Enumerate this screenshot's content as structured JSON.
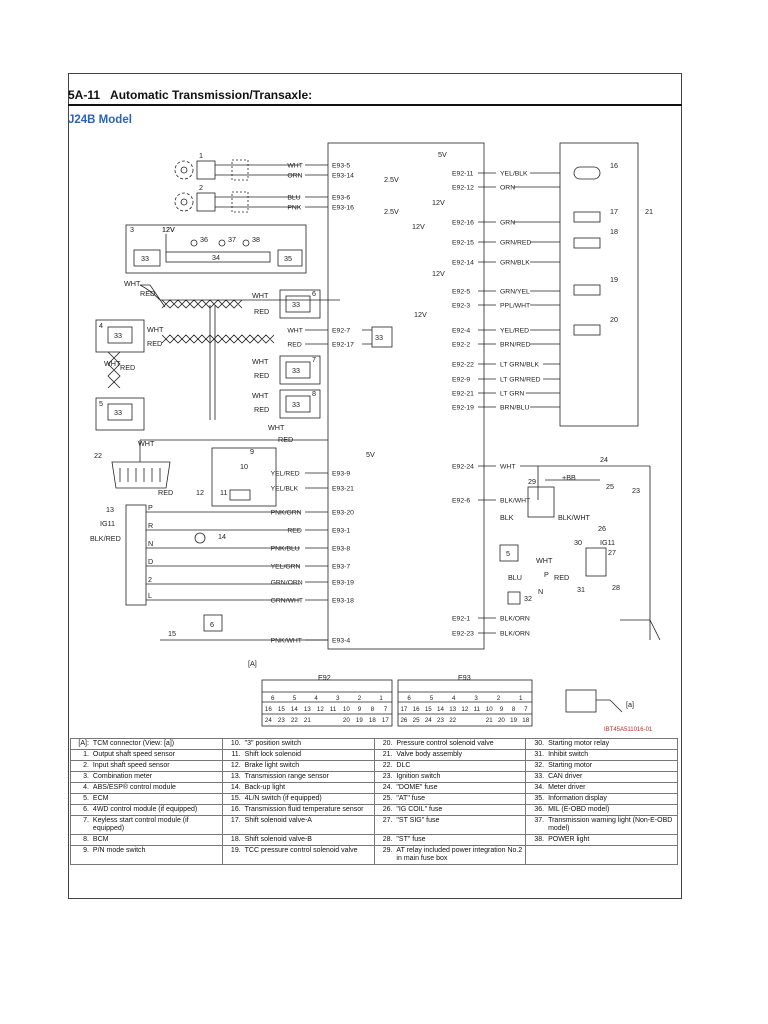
{
  "header": {
    "section": "5A-11",
    "title": "Automatic Transmission/Transaxle:",
    "model": "J24B Model"
  },
  "diagram_id": "IBT45A511016-01",
  "connector_view": {
    "label": "[A]",
    "e92_label": "E92",
    "e93_label": "E93",
    "view_label": "[a]",
    "e92_row1": [
      "6",
      "5",
      "4",
      "3",
      "2",
      "1"
    ],
    "e92_row2": [
      "16",
      "15",
      "14",
      "13",
      "12",
      "11",
      "10",
      "9",
      "8",
      "7"
    ],
    "e92_row3": [
      "24",
      "23",
      "22",
      "21",
      "",
      "",
      "20",
      "19",
      "18",
      "17"
    ],
    "e93_row1": [
      "6",
      "5",
      "4",
      "3",
      "2",
      "1"
    ],
    "e93_row2": [
      "17",
      "16",
      "15",
      "14",
      "13",
      "12",
      "11",
      "10",
      "9",
      "8",
      "7"
    ],
    "e93_row3": [
      "26",
      "25",
      "24",
      "23",
      "22",
      "",
      "",
      "21",
      "20",
      "19",
      "18"
    ]
  },
  "left_pins": [
    {
      "wire": "WHT",
      "pin": "E93-5"
    },
    {
      "wire": "ORN",
      "pin": "E93-14"
    },
    {
      "wire": "BLU",
      "pin": "E93-6"
    },
    {
      "wire": "PNK",
      "pin": "E93-16"
    },
    {
      "wire": "WHT",
      "pin": "E92-7"
    },
    {
      "wire": "RED",
      "pin": "E92-17"
    },
    {
      "wire": "YEL/RED",
      "pin": "E93-9"
    },
    {
      "wire": "YEL/BLK",
      "pin": "E93-21"
    },
    {
      "wire": "PNK/GRN",
      "pin": "E93-20"
    },
    {
      "wire": "RED",
      "pin": "E93-1"
    },
    {
      "wire": "PNK/BLU",
      "pin": "E93-8"
    },
    {
      "wire": "YEL/GRN",
      "pin": "E93-7"
    },
    {
      "wire": "GRN/ORN",
      "pin": "E93-19"
    },
    {
      "wire": "GRN/WHT",
      "pin": "E93-18"
    },
    {
      "wire": "PNK/WHT",
      "pin": "E93-4"
    }
  ],
  "right_pins": [
    {
      "pin": "E92-11",
      "wire": "YEL/BLK"
    },
    {
      "pin": "E92-12",
      "wire": "ORN"
    },
    {
      "pin": "E92-16",
      "wire": "GRN"
    },
    {
      "pin": "E92-15",
      "wire": "GRN/RED"
    },
    {
      "pin": "E92-14",
      "wire": "GRN/BLK"
    },
    {
      "pin": "E92-5",
      "wire": "GRN/YEL"
    },
    {
      "pin": "E92-3",
      "wire": "PPL/WHT"
    },
    {
      "pin": "E92-4",
      "wire": "YEL/RED"
    },
    {
      "pin": "E92-2",
      "wire": "BRN/RED"
    },
    {
      "pin": "E92-22",
      "wire": "LT GRN/BLK"
    },
    {
      "pin": "E92-9",
      "wire": "LT GRN/RED"
    },
    {
      "pin": "E92-21",
      "wire": "LT GRN"
    },
    {
      "pin": "E92-19",
      "wire": "BRN/BLU"
    },
    {
      "pin": "E92-24",
      "wire": "WHT"
    },
    {
      "pin": "E92-6",
      "wire": "BLK/WHT"
    },
    {
      "pin": "E92-1",
      "wire": "BLK/ORN"
    },
    {
      "pin": "E92-23",
      "wire": "BLK/ORN"
    }
  ],
  "voltages": {
    "v5": "5V",
    "v25": "2.5V",
    "v12": "12V",
    "bb": "+BB",
    "ig11": "IG11"
  },
  "misc_wires": {
    "wht": "WHT",
    "red": "RED",
    "blk": "BLK",
    "blu": "BLU",
    "blk_red": "BLK/RED",
    "blk_wht": "BLK/WHT"
  },
  "range_letters": [
    "P",
    "R",
    "N",
    "D",
    "2",
    "L"
  ],
  "starter_letters": {
    "p": "P",
    "n": "N"
  },
  "legend": [
    [
      {
        "n": "[A]:",
        "t": "TCM connector (View: [a])"
      },
      {
        "n": "10.",
        "t": "\"3\" position switch"
      },
      {
        "n": "20.",
        "t": "Pressure control solenoid valve"
      },
      {
        "n": "30.",
        "t": "Starting motor relay"
      }
    ],
    [
      {
        "n": "1.",
        "t": "Output shaft speed sensor"
      },
      {
        "n": "11.",
        "t": "Shift lock solenoid"
      },
      {
        "n": "21.",
        "t": "Valve body assembly"
      },
      {
        "n": "31.",
        "t": "Inhibit switch"
      }
    ],
    [
      {
        "n": "2.",
        "t": "Input shaft speed sensor"
      },
      {
        "n": "12.",
        "t": "Brake light switch"
      },
      {
        "n": "22.",
        "t": "DLC"
      },
      {
        "n": "32.",
        "t": "Starting motor"
      }
    ],
    [
      {
        "n": "3.",
        "t": "Combination meter"
      },
      {
        "n": "13.",
        "t": "Transmission range sensor"
      },
      {
        "n": "23.",
        "t": "Ignition switch"
      },
      {
        "n": "33.",
        "t": "CAN driver"
      }
    ],
    [
      {
        "n": "4.",
        "t": "ABS/ESP® control module"
      },
      {
        "n": "14.",
        "t": "Back-up light"
      },
      {
        "n": "24.",
        "t": "\"DOME\" fuse"
      },
      {
        "n": "34.",
        "t": "Meter driver"
      }
    ],
    [
      {
        "n": "5.",
        "t": "ECM"
      },
      {
        "n": "15.",
        "t": "4L/N switch (if equipped)"
      },
      {
        "n": "25.",
        "t": "\"AT\" fuse"
      },
      {
        "n": "35.",
        "t": "Information display"
      }
    ],
    [
      {
        "n": "6.",
        "t": "4WD control module (if equipped)"
      },
      {
        "n": "16.",
        "t": "Transmission fluid temperature sensor"
      },
      {
        "n": "26.",
        "t": "\"IG COIL\" fuse"
      },
      {
        "n": "36.",
        "t": "MIL (E-OBD model)"
      }
    ],
    [
      {
        "n": "7.",
        "t": "Keyless start control module (if equipped)"
      },
      {
        "n": "17.",
        "t": "Shift solenoid valve-A"
      },
      {
        "n": "27.",
        "t": "\"ST SIG\" fuse"
      },
      {
        "n": "37.",
        "t": "Transmission warning light (Non-E-OBD model)"
      }
    ],
    [
      {
        "n": "8.",
        "t": "BCM"
      },
      {
        "n": "18.",
        "t": "Shift solenoid valve-B"
      },
      {
        "n": "28.",
        "t": "\"ST\" fuse"
      },
      {
        "n": "38.",
        "t": "POWER light"
      }
    ],
    [
      {
        "n": "9.",
        "t": "P/N mode switch"
      },
      {
        "n": "19.",
        "t": "TCC pressure control solenoid valve"
      },
      {
        "n": "29.",
        "t": "AT relay included power integration No.2 in main fuse box"
      },
      {
        "n": "",
        "t": ""
      }
    ]
  ]
}
